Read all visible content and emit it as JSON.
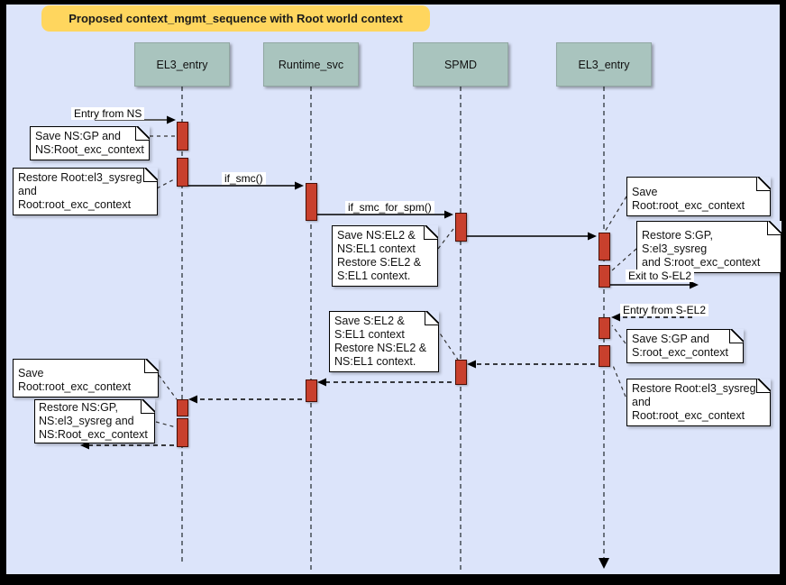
{
  "title": "Proposed context_mgmt_sequence with Root world context",
  "actors": [
    {
      "label": "EL3_entry"
    },
    {
      "label": "Runtime_svc"
    },
    {
      "label": "SPMD"
    },
    {
      "label": "EL3_entry"
    }
  ],
  "messages": [
    {
      "label": "Entry from NS"
    },
    {
      "label": "if_smc()"
    },
    {
      "label": "if_smc_for_spm()"
    },
    {
      "label": "Exit to S-EL2"
    },
    {
      "label": "Entry from S-EL2"
    }
  ],
  "notes": [
    {
      "text": "Save NS:GP and\nNS:Root_exc_context"
    },
    {
      "text": "Restore Root:el3_sysreg\nand\nRoot:root_exc_context"
    },
    {
      "text": "Save NS:EL2 &\nNS:EL1 context\nRestore S:EL2 &\nS:EL1 context."
    },
    {
      "text": "Save Root:root_exc_context"
    },
    {
      "text": "Restore S:GP, S:el3_sysreg\nand S:root_exc_context"
    },
    {
      "text": "Save S:GP and\nS:root_exc_context"
    },
    {
      "text": "Restore Root:el3_sysreg\nand\nRoot:root_exc_context"
    },
    {
      "text": "Save S:EL2 &\nS:EL1 context\nRestore NS:EL2 &\nNS:EL1 context."
    },
    {
      "text": "Save Root:root_exc_context"
    },
    {
      "text": "Restore NS:GP,\nNS:el3_sysreg and\nNS:Root_exc_context"
    }
  ],
  "colors": {
    "background": "#dce4fa",
    "title_fill": "#ffd65e",
    "actor_fill": "#a9c4be",
    "activation_fill": "#c8402d",
    "note_fill": "#ffffff",
    "lifeline": "#3a4148",
    "frame": "#000000"
  }
}
